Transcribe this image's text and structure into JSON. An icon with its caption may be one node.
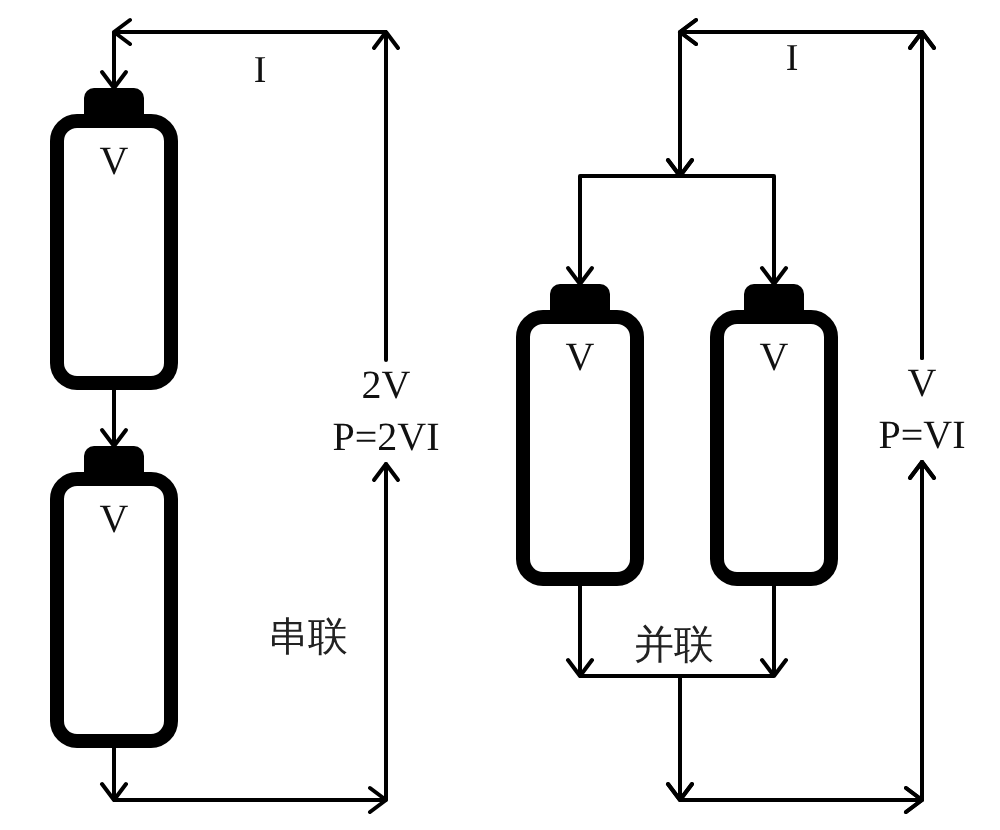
{
  "diagram": {
    "nodes": [
      {
        "text": [
          "V"
        ]
      },
      {
        "text": [
          "V"
        ]
      },
      {
        "text": [
          "2V P=2VI"
        ]
      },
      {
        "text": [
          "V"
        ]
      },
      {
        "text": [
          "V"
        ]
      },
      {
        "text": [
          "V P=VI"
        ]
      }
    ],
    "edges": [
      {
        "from": 2,
        "to": 0,
        "arrow": "to",
        "label": "I"
      },
      {
        "from": 0,
        "to": 1,
        "arrow": "to"
      },
      {
        "from": 1,
        "to": 2,
        "arrow": "to"
      },
      {
        "from": 5,
        "to": 3,
        "arrow": "to",
        "label": "I"
      },
      {
        "from": 5,
        "to": 4,
        "arrow": "to"
      },
      {
        "from": 3,
        "to": 5,
        "arrow": "to"
      },
      {
        "from": 4,
        "to": 5,
        "arrow": "to"
      }
    ],
    "labels": [
      "串联",
      "并联"
    ]
  }
}
